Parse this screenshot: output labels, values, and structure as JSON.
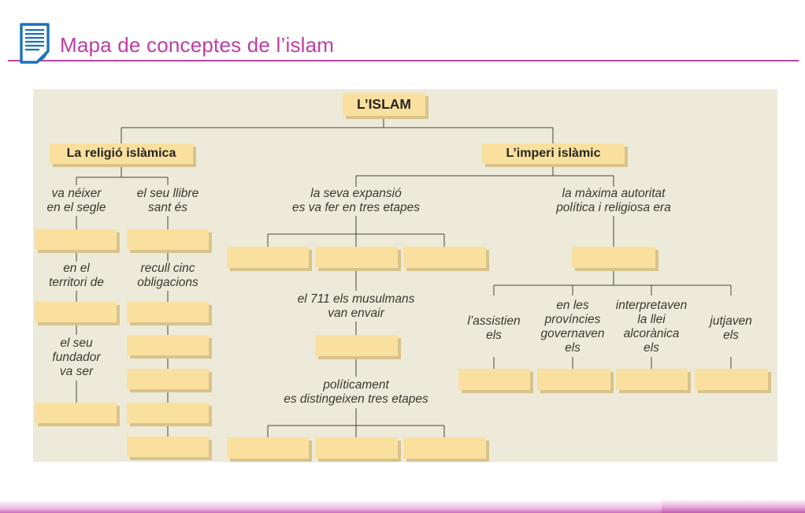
{
  "header": {
    "title": "Mapa de conceptes de l’islam",
    "icon": "document-icon"
  },
  "diagram": {
    "root": "L’ISLAM",
    "religion": {
      "title": "La religió islàmica",
      "col1": {
        "label_born": "va néixer\nen el segle",
        "label_territory": "en el\nterritori de",
        "label_founder": "el seu\nfundador\nva ser"
      },
      "col2": {
        "label_book": "el seu llibre\nsant és",
        "label_obligations": "recull cinc\nobligacions"
      }
    },
    "empire": {
      "title": "L’imperi islàmic",
      "expansion": {
        "label_expansion": "la seva expansió\nes va fer en tres etapes",
        "label_711": "el 711 els musulmans\nvan envair",
        "label_political": "políticament\nes distingeixen tres etapes"
      },
      "authority": {
        "label_authority": "la màxima autoritat\npolítica i religiosa era",
        "label_assist": "l’assistien\nels",
        "label_provinces": "en les\nprovíncies\ngovernaven\nels",
        "label_law": "interpretaven\nla llei\nalcorànica\nels",
        "label_judge": "jutjaven\nels"
      }
    }
  },
  "colors": {
    "accent_magenta": "#bf3da2",
    "header_rule": "#b844a4",
    "panel_background": "#edead9",
    "box_fill": "#fae09e",
    "box_shadow": "#d9c38c",
    "connector_line": "#45453c",
    "icon_blue": "#1a72b8",
    "label_text": "#39392f"
  }
}
